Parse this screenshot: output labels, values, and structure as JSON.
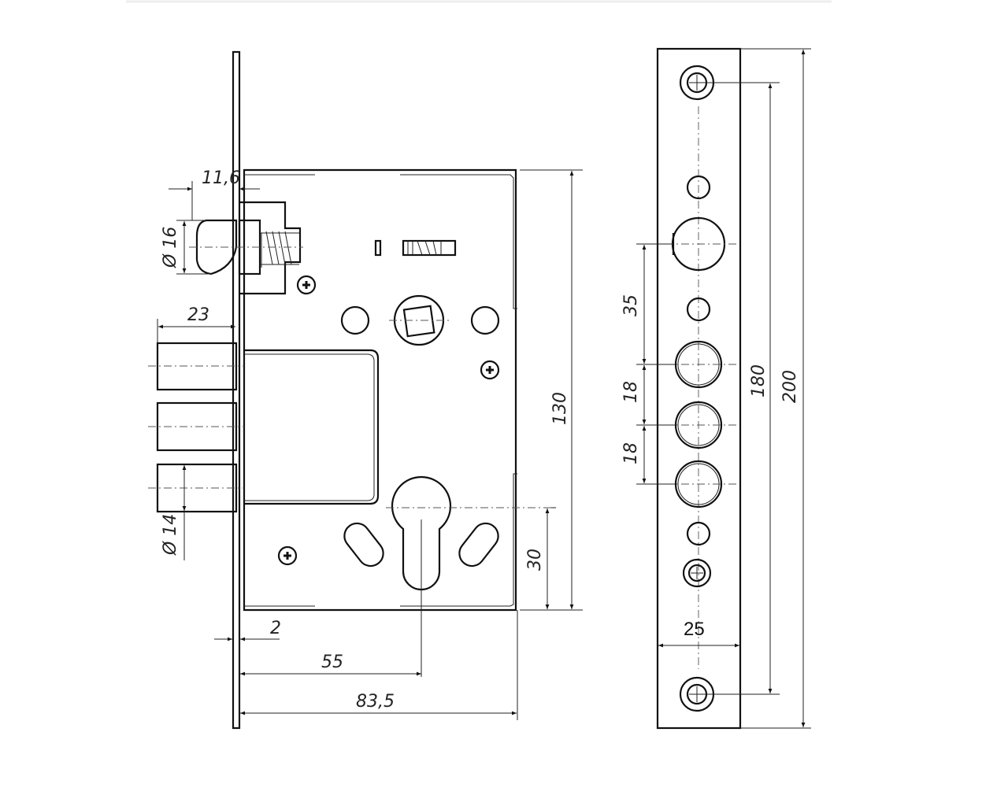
{
  "drawing": {
    "title": "Mortise lock technical drawing",
    "dimensions": {
      "latch_projection": "11,6",
      "latch_diameter": "Ø 16",
      "bolt_projection": "23",
      "bolt_diameter": "Ø 14",
      "case_height": "130",
      "cylinder_offset": "30",
      "faceplate_thickness": "2",
      "backset": "55",
      "case_depth": "83,5",
      "strike_spacing_1": "35",
      "strike_spacing_2": "18",
      "strike_spacing_3": "18",
      "strike_screw_distance": "180",
      "strike_length": "200",
      "strike_width": "25"
    }
  }
}
